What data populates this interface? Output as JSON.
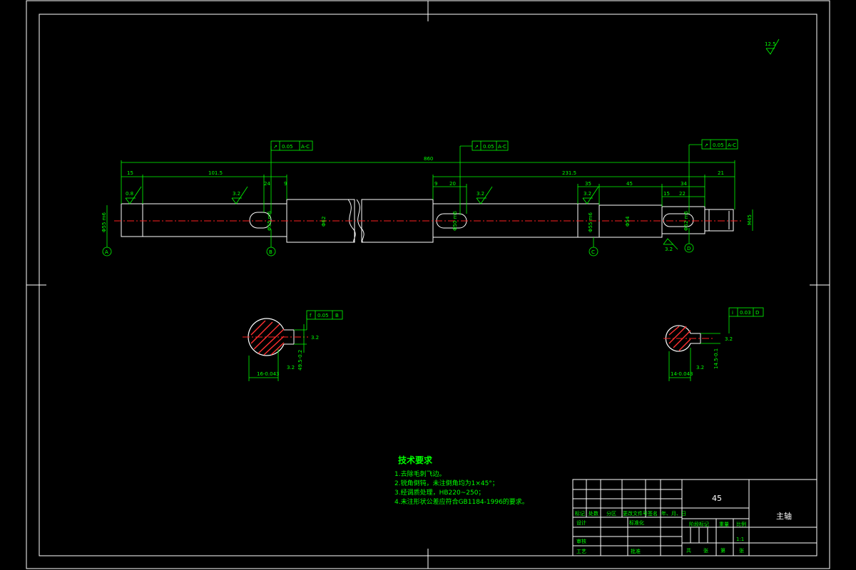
{
  "drawing": {
    "roughness_top_right": "12.5",
    "overall_length": "860",
    "dims_top": [
      "15",
      "101.5",
      "24",
      "9",
      "9",
      "20",
      "231.5",
      "35",
      "45",
      "34",
      "21",
      "15",
      "22"
    ],
    "dims_vertical": [
      "Φ55 m6",
      "Φ55 m6",
      "Φ62",
      "Φ50 m6",
      "Φ55 m6",
      "Φ54",
      "Φ52 m6",
      "M45"
    ],
    "roughness_marks": [
      "0.8",
      "3.2",
      "3.2",
      "3.2",
      "3.2"
    ],
    "tolerance_frames": [
      {
        "symbol": "↗",
        "value": "0.05",
        "datum": "A-C"
      },
      {
        "symbol": "↗",
        "value": "0.05",
        "datum": "A-C"
      },
      {
        "symbol": "↗",
        "value": "0.05",
        "datum": "A-C"
      }
    ],
    "datums": [
      "A",
      "B",
      "C",
      "D"
    ],
    "section_left": {
      "frame": {
        "symbol": "f",
        "value": "0.05",
        "datum": "B"
      },
      "dims": [
        "16-0.043",
        "49.5-0.2"
      ],
      "roughness": [
        "3.2",
        "3.2"
      ]
    },
    "section_right": {
      "frame": {
        "symbol": "i",
        "value": "0.03",
        "datum": "D"
      },
      "dims": [
        "14-0.043",
        "14.5-0.1"
      ],
      "roughness": [
        "3.2",
        "3.2"
      ]
    }
  },
  "tech_req": {
    "title": "技术要求",
    "items": [
      "1.去除毛刺飞边。",
      "2.锐角倒钝，未注倒角均为1×45°；",
      "3.经调质处理，HB220~250；",
      "4.未注形状公差应符合GB1184-1996的要求。"
    ]
  },
  "title_block": {
    "material": "45",
    "part_name": "主轴",
    "row_labels": [
      "标记",
      "处数",
      "分区",
      "更改文件号",
      "签名",
      "年、月、日"
    ],
    "design": "设计",
    "standardization": "标准化",
    "stage_mark": "阶段标记",
    "weight": "重量",
    "scale_label": "比例",
    "scale": "1:1",
    "review": "审核",
    "process": "工艺",
    "approve": "批准",
    "sheets": [
      "共",
      "张",
      "第",
      "张"
    ]
  }
}
